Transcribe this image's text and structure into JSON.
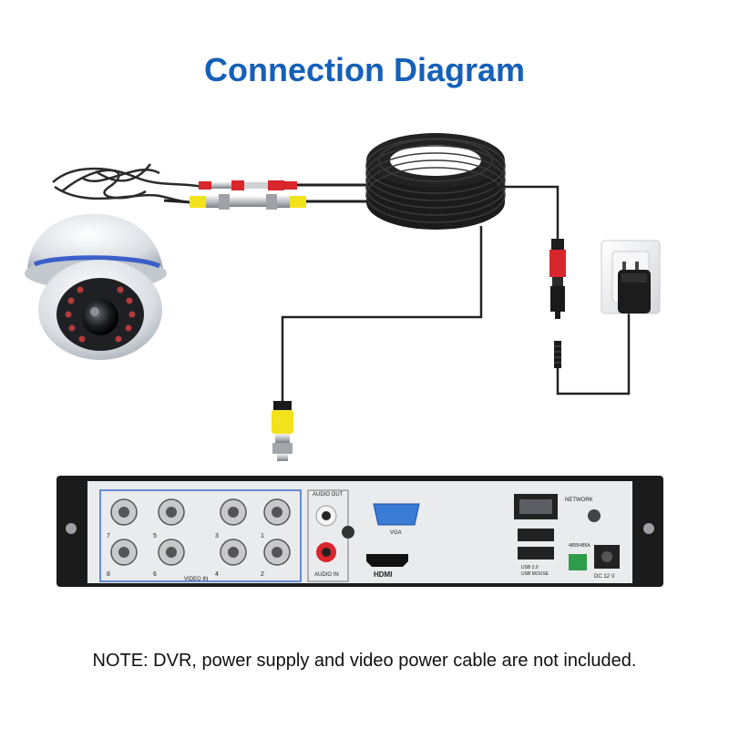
{
  "title": "Connection Diagram",
  "note": "NOTE: DVR, power supply and video power cable are not included.",
  "dvr": {
    "video_in_label": "VIDEO IN",
    "channel_numbers": [
      "7",
      "5",
      "3",
      "1",
      "8",
      "6",
      "4",
      "2"
    ],
    "audio_out_label": "AUDIO OUT",
    "audio_in_label": "AUDIO IN",
    "vga_label": "VGA",
    "hdmi_label": "HDMI",
    "network_label": "NETWORK",
    "usb_label_1": "USB 2.0",
    "usb_label_2": "USB MOUSE",
    "rs485_label_a": "485B",
    "rs485_label_b": "485A",
    "dc_label": "DC 12 V"
  },
  "colors": {
    "title": "#1560b8",
    "bnc_yellow": "#f2e21c",
    "power_red": "#d9262c",
    "cable": "#1a1a1a",
    "dvr_panel": "#e9ebed"
  },
  "icons": [
    "dome-camera-icon",
    "power-adapter-icon",
    "wall-outlet-icon",
    "cable-coil-icon"
  ]
}
